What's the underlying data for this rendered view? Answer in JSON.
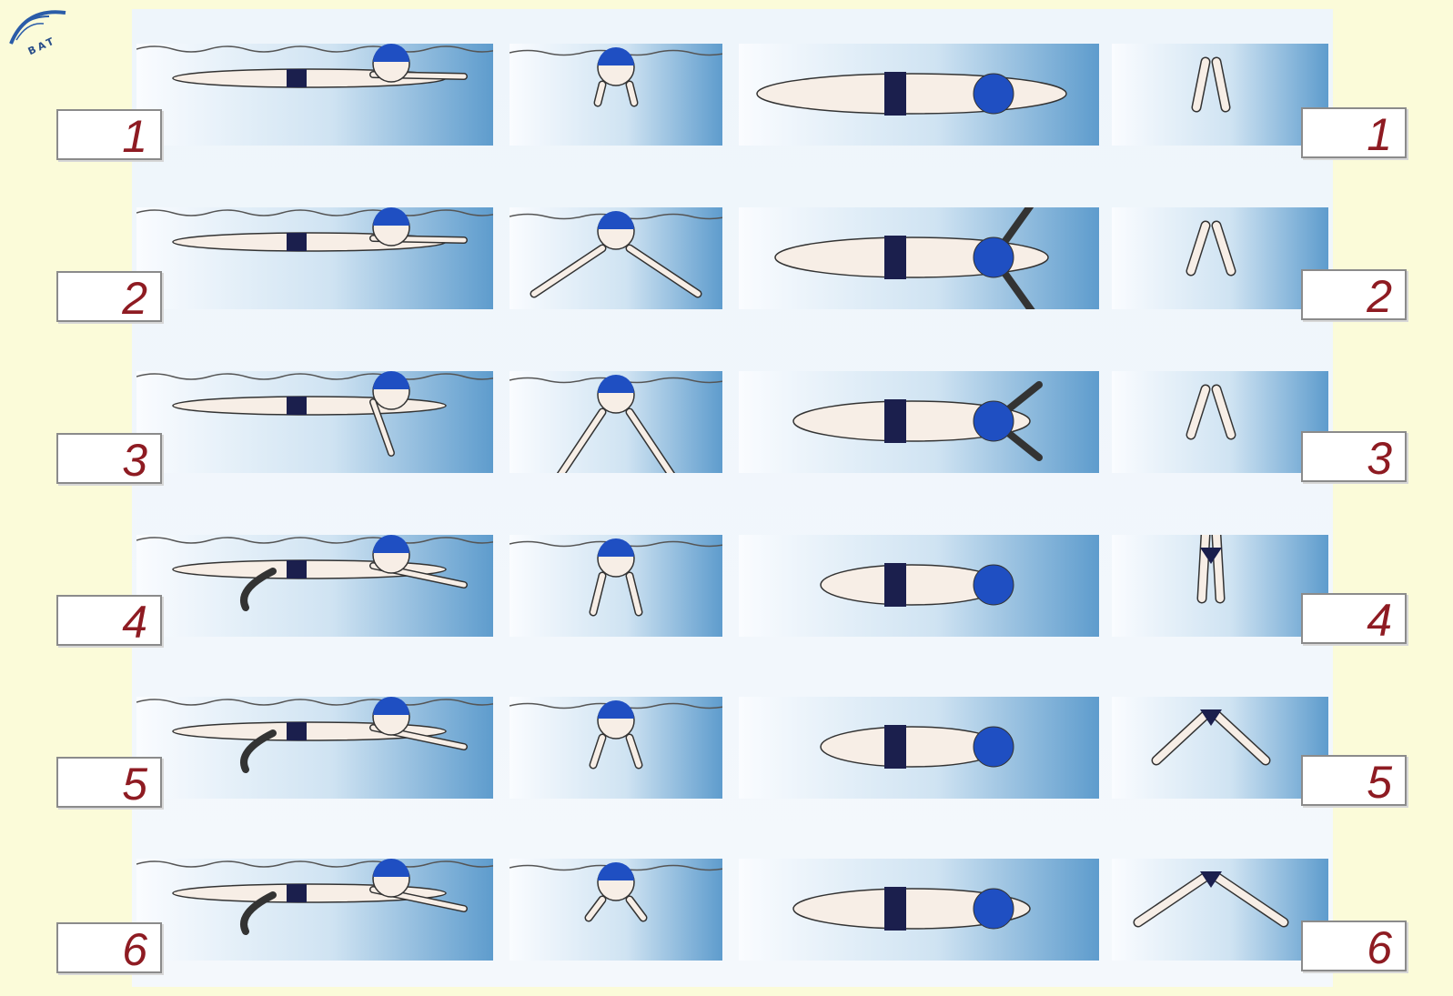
{
  "logo": {
    "text": "BAT"
  },
  "rows": [
    {
      "number": "1"
    },
    {
      "number": "2"
    },
    {
      "number": "3"
    },
    {
      "number": "4"
    },
    {
      "number": "5"
    },
    {
      "number": "6"
    }
  ],
  "columns": [
    {
      "view": "side"
    },
    {
      "view": "front"
    },
    {
      "view": "top"
    },
    {
      "view": "legs"
    }
  ],
  "colors": {
    "cap": "#1f4fc2",
    "trunks": "#1b1f4d",
    "water": "#5e9ccd",
    "number": "#8e1b22",
    "background": "#fbfbd9"
  }
}
